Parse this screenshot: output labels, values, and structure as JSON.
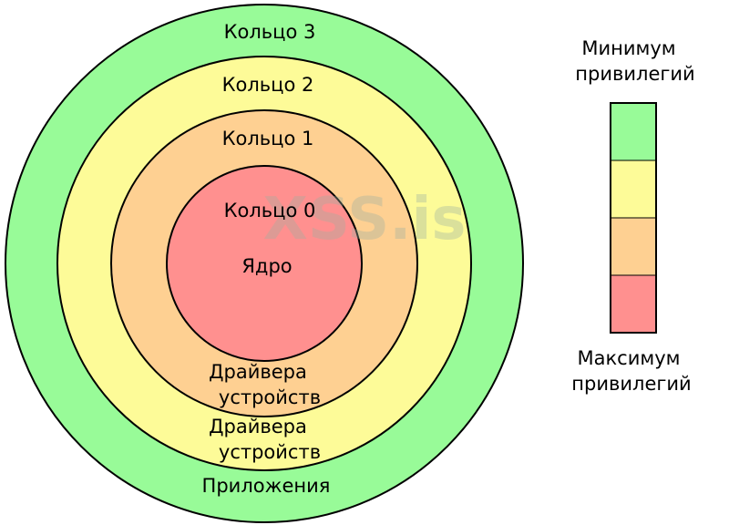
{
  "colors": {
    "ring3": "#98fb98",
    "ring2": "#fdfb98",
    "ring1": "#fed092",
    "ring0": "#ff908f",
    "stroke": "#000000",
    "watermark": "#9cb0a2"
  },
  "rings": {
    "ring3": {
      "title": "Кольцо 3",
      "content": "Приложения"
    },
    "ring2": {
      "title": "Кольцо 2",
      "content_line1": "Драйвера",
      "content_line2": "устройств"
    },
    "ring1": {
      "title": "Кольцо 1",
      "content_line1": "Драйвера",
      "content_line2": "устройств"
    },
    "ring0": {
      "title": "Кольцо 0",
      "content": "Ядро"
    }
  },
  "legend": {
    "top_line1": "Минимум",
    "top_line2": "привилегий",
    "bottom_line1": "Максимум",
    "bottom_line2": "привилегий"
  },
  "watermark": {
    "text": "XSS.is"
  }
}
